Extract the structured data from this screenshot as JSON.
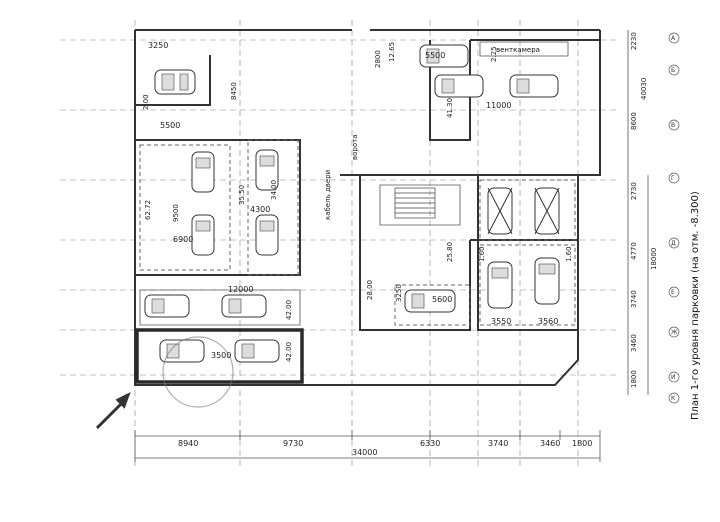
{
  "plan": {
    "title": "План 1-го уровня парковки (на отм. -8.300)",
    "rooms": {
      "ventkamera": "венткамера"
    },
    "top_dims": [
      "3250",
      "5500",
      "2.00",
      "12.65",
      "2.25",
      "8450"
    ],
    "dims": {
      "d5500a": "5500",
      "d11000": "11000",
      "d2800": "2800",
      "d4130": "41.30",
      "d6272": "62.72",
      "d9500": "9500",
      "d6900": "6900",
      "d3550": "35.50",
      "d4300": "4300",
      "d3400": "34.00",
      "d12000": "12000",
      "d4200a": "42.00",
      "d3500": "3500",
      "d4200b": "42.00",
      "d2800b": "28.00",
      "d3250": "3250",
      "d2580": "25.80",
      "d5600": "5600",
      "d3550b": "3550",
      "d3560": "3560",
      "d160a": "1.60",
      "d160b": "1.60"
    },
    "right_dims": [
      "2230",
      "8600",
      "2730",
      "4770",
      "3740",
      "3460",
      "1800"
    ],
    "right_total": "40030",
    "right_sub": "18000",
    "bottom_dims": [
      "8940",
      "9730",
      "6330",
      "3740",
      "3460",
      "1800"
    ],
    "bottom_total": "34000",
    "vertical_texts": [
      "ворота",
      "кабель двери"
    ],
    "axis_marks": [
      "А",
      "Б",
      "В",
      "Г",
      "Д",
      "Е",
      "Ж",
      "И",
      "К"
    ]
  }
}
